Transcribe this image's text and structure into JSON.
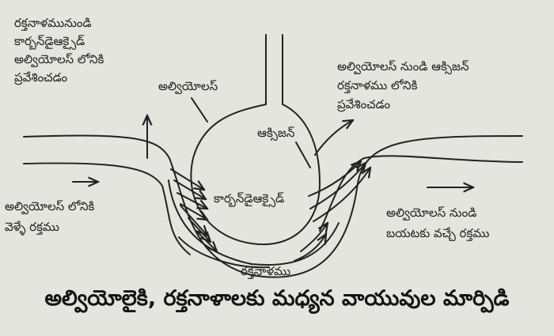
{
  "labels": {
    "co2_into_alveolus": [
      "రక్తనాళమునుండి",
      "కార్బన్‌డైఆక్సైడ్",
      "అల్వియోలస్ లోనికి",
      "ప్రవేశించడం"
    ],
    "alveolus": "అల్వియోలస్",
    "o2_into_vessel": [
      "అల్వియోలస్ నుండి ఆక్సిజన్",
      "రక్తనాళము లోనికి",
      "ప్రవేశించడం"
    ],
    "oxygen": "ఆక్సిజన్",
    "blood_in": [
      "అల్వియోలస్ లోనికి",
      "వెళ్ళే రక్తము"
    ],
    "carbon_dioxide": "కార్బన్‌డైఆక్సైడ్",
    "blood_out": [
      "అల్వియోలస్ నుండి",
      "బయటకు వచ్చే రక్తము"
    ],
    "blood_vessel": "రక్తనాళము"
  },
  "caption": "అల్వియోలైకి, రక్తనాళాలకు మధ్యన వాయువుల మార్పిడి",
  "colors": {
    "ink": "#222222",
    "paper": "#e4e5df"
  }
}
